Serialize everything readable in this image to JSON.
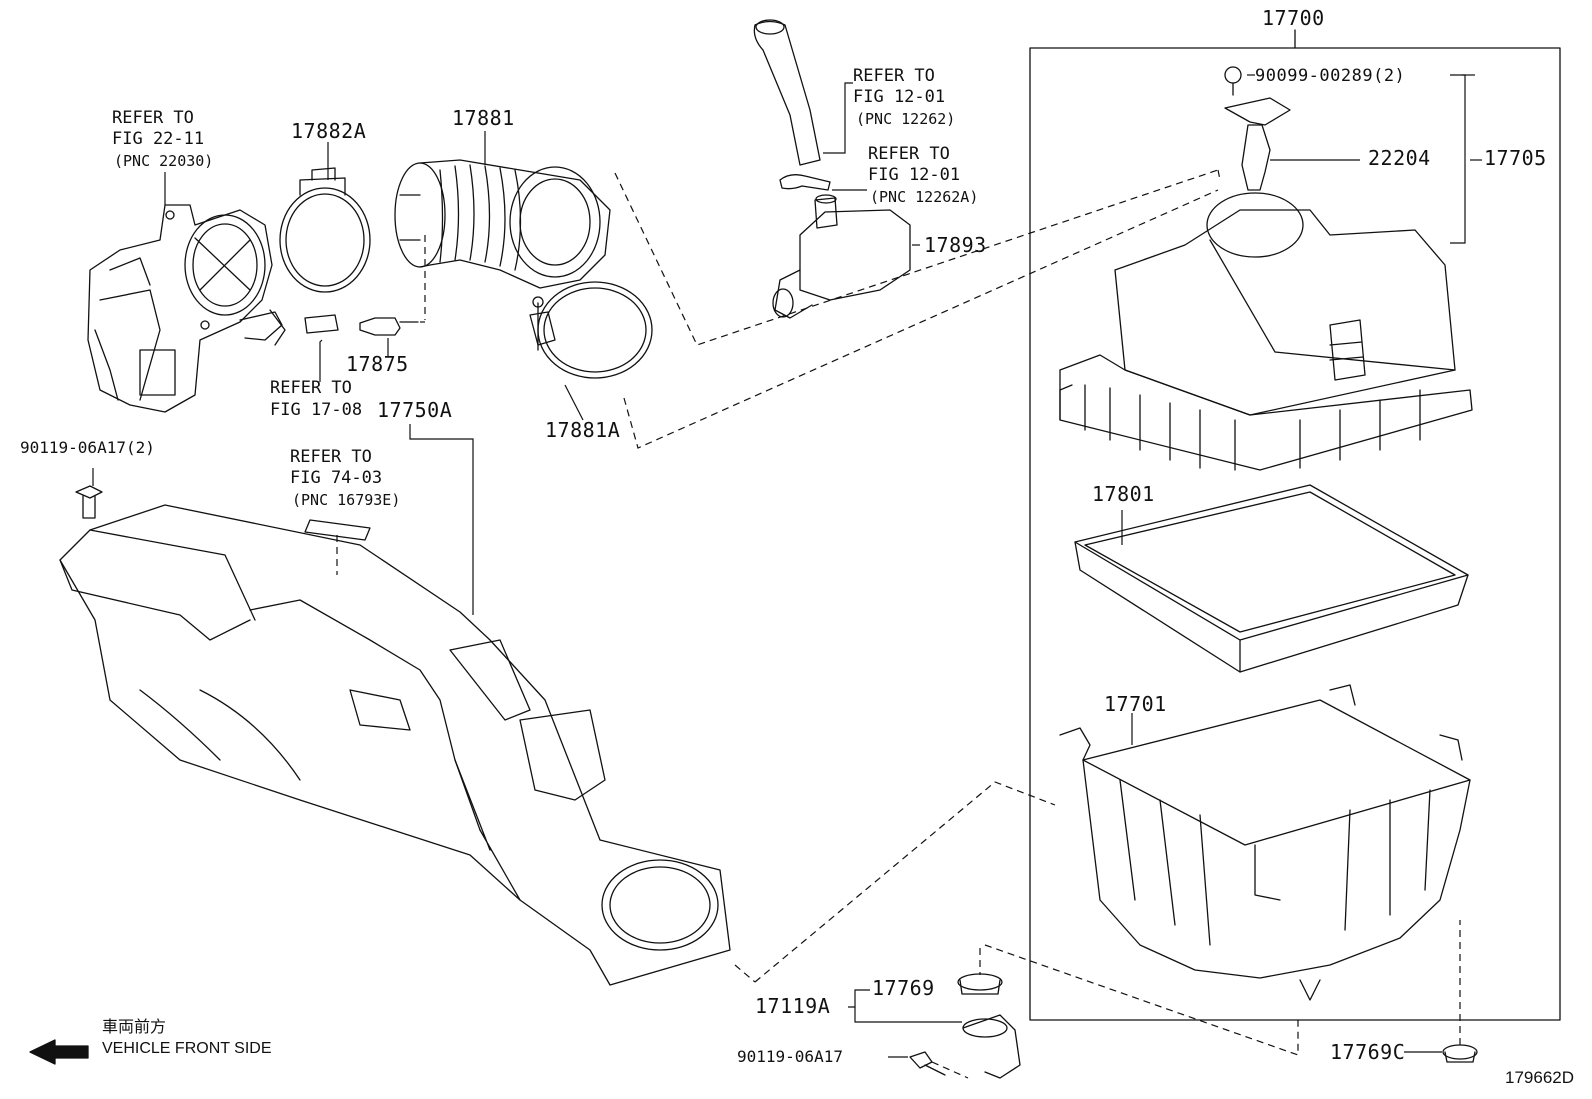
{
  "part_numbers": {
    "p17700": "17700",
    "p90099": "90099-00289(2)",
    "p22204": "22204",
    "p17705": "17705",
    "p17893": "17893",
    "p17881": "17881",
    "p17882a": "17882A",
    "p17875": "17875",
    "p17881a": "17881A",
    "p17750a": "17750A",
    "p90119_2": "90119-06A17(2)",
    "p17801": "17801",
    "p17701": "17701",
    "p17119a": "17119A",
    "p17769": "17769",
    "p90119": "90119-06A17",
    "p17769c": "17769C"
  },
  "references": {
    "throttle": {
      "line1": "REFER TO",
      "line2": "FIG 22-11",
      "line3": "(PNC 22030)"
    },
    "hose_top": {
      "line1": "REFER TO",
      "line2": "FIG 12-01",
      "line3": "(PNC 12262)"
    },
    "clip_top": {
      "line1": "REFER TO",
      "line2": "FIG 12-01",
      "line3": "(PNC 12262A)"
    },
    "vacuum": {
      "line1": "REFER TO",
      "line2": "FIG 17-08"
    },
    "label": {
      "line1": "REFER TO",
      "line2": "FIG 74-03",
      "line3": "(PNC 16793E)"
    }
  },
  "direction": {
    "jp": "車両前方",
    "en": "VEHICLE FRONT SIDE"
  },
  "figure_id": "179662D"
}
